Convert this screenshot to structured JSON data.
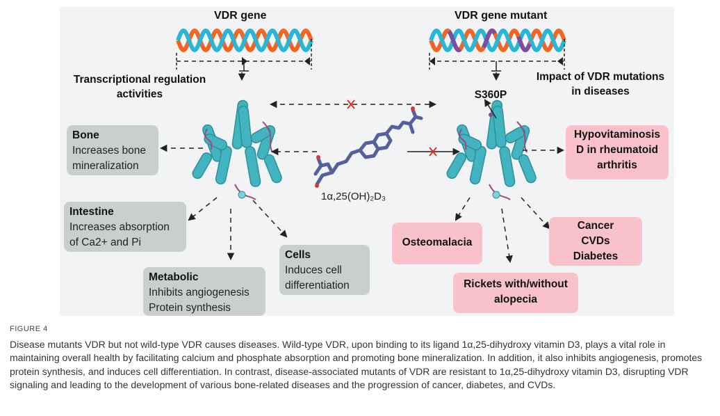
{
  "left_panel": {
    "title": "VDR gene",
    "regulation_label": [
      "Transcriptional regulation",
      "activities"
    ]
  },
  "right_panel": {
    "title": "VDR gene mutant",
    "mutation_label": "S360P",
    "impact_label": [
      "Impact of VDR mutations",
      "in diseases"
    ]
  },
  "ligand_label": "1α,25(OH)₂D₃",
  "effects": [
    {
      "title": "Bone",
      "lines": [
        "Increases bone",
        "mineralization"
      ]
    },
    {
      "title": "Intestine",
      "lines": [
        "Increases absorption",
        "of Ca2+ and Pi"
      ]
    },
    {
      "title": "Metabolic",
      "lines": [
        "Inhibits angiogenesis",
        "Protein synthesis"
      ]
    },
    {
      "title": "Cells",
      "lines": [
        "Induces cell",
        "differentiation"
      ]
    }
  ],
  "diseases": [
    {
      "lines": [
        "Hypovitaminosis",
        "D in rheumatoid",
        "arthritis"
      ]
    },
    {
      "lines": [
        "Osteomalacia"
      ]
    },
    {
      "lines": [
        "Cancer",
        "CVDs",
        "Diabetes"
      ]
    },
    {
      "lines": [
        "Rickets with/without",
        "alopecia"
      ]
    }
  ],
  "colors": {
    "dna_orange": "#f26522",
    "dna_cyan": "#29b6d6",
    "dna_purple": "#7b4fa0",
    "protein": "#3aa8b4",
    "ligand": "#6673a8",
    "effect_box": "#c9cfcf",
    "disease_box": "#f9c2cb",
    "blocked_x": "#e0302a"
  },
  "caption": {
    "label": "FIGURE 4",
    "text": "Disease mutants VDR but not wild-type VDR causes diseases. Wild-type VDR, upon binding to its ligand 1α,25-dihydroxy vitamin D3, plays a vital role in maintaining overall health by facilitating calcium and phosphate absorption and promoting bone mineralization. In addition, it also inhibits angiogenesis, promotes protein synthesis, and induces cell differentiation. In contrast, disease-associated mutants of VDR are resistant to 1α,25-dihydroxy vitamin D3, disrupting VDR signaling and leading to the development of various bone-related diseases and the progression of cancer, diabetes, and CVDs."
  }
}
